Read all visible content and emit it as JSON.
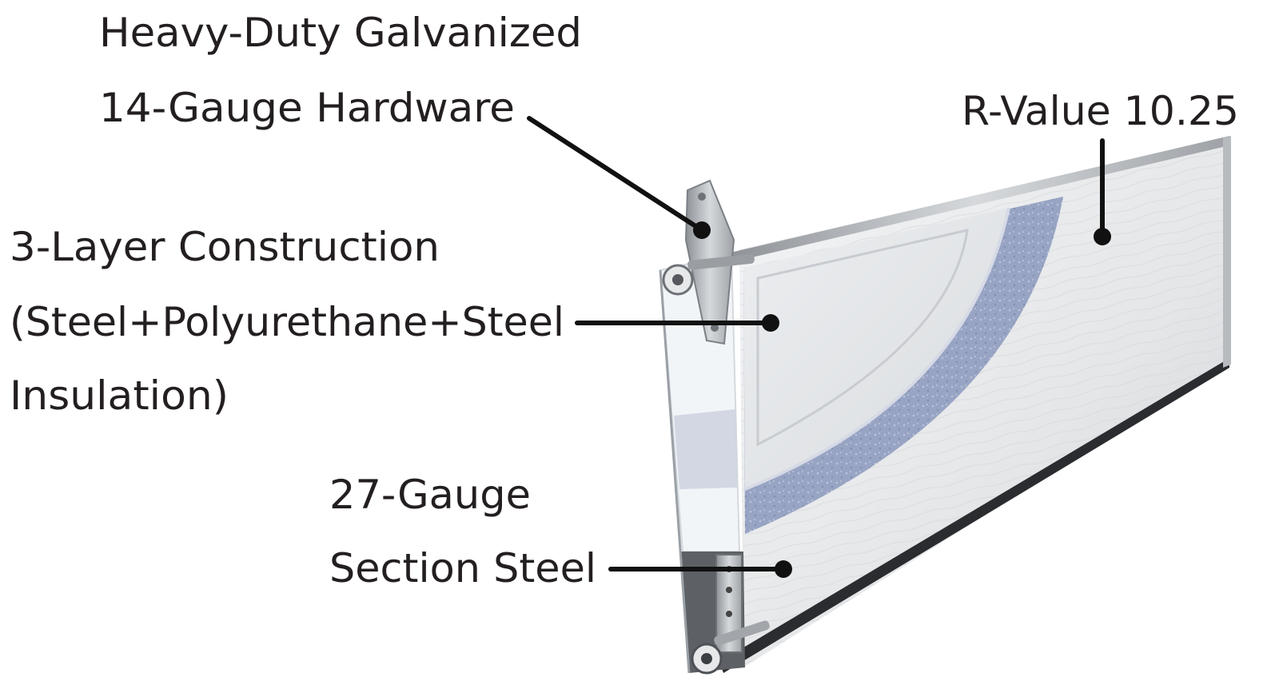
{
  "callouts": {
    "hardware": {
      "line1": "Heavy-Duty Galvanized",
      "line2": "14-Gauge Hardware"
    },
    "rvalue": {
      "text": "R-Value 10.25"
    },
    "construction": {
      "line1": "3-Layer Construction",
      "line2": "(Steel+Polyurethane+Steel",
      "line3": "Insulation)"
    },
    "steel": {
      "line1": "27-Gauge",
      "line2": "Section Steel"
    }
  },
  "colors": {
    "panel_face": "#e9ebec",
    "panel_shadow": "#c9cccf",
    "insulation": "#9aa6c4",
    "edge_white": "#f2f5f8",
    "hinge_metal": "#b9bdc2",
    "text": "#231f20"
  }
}
